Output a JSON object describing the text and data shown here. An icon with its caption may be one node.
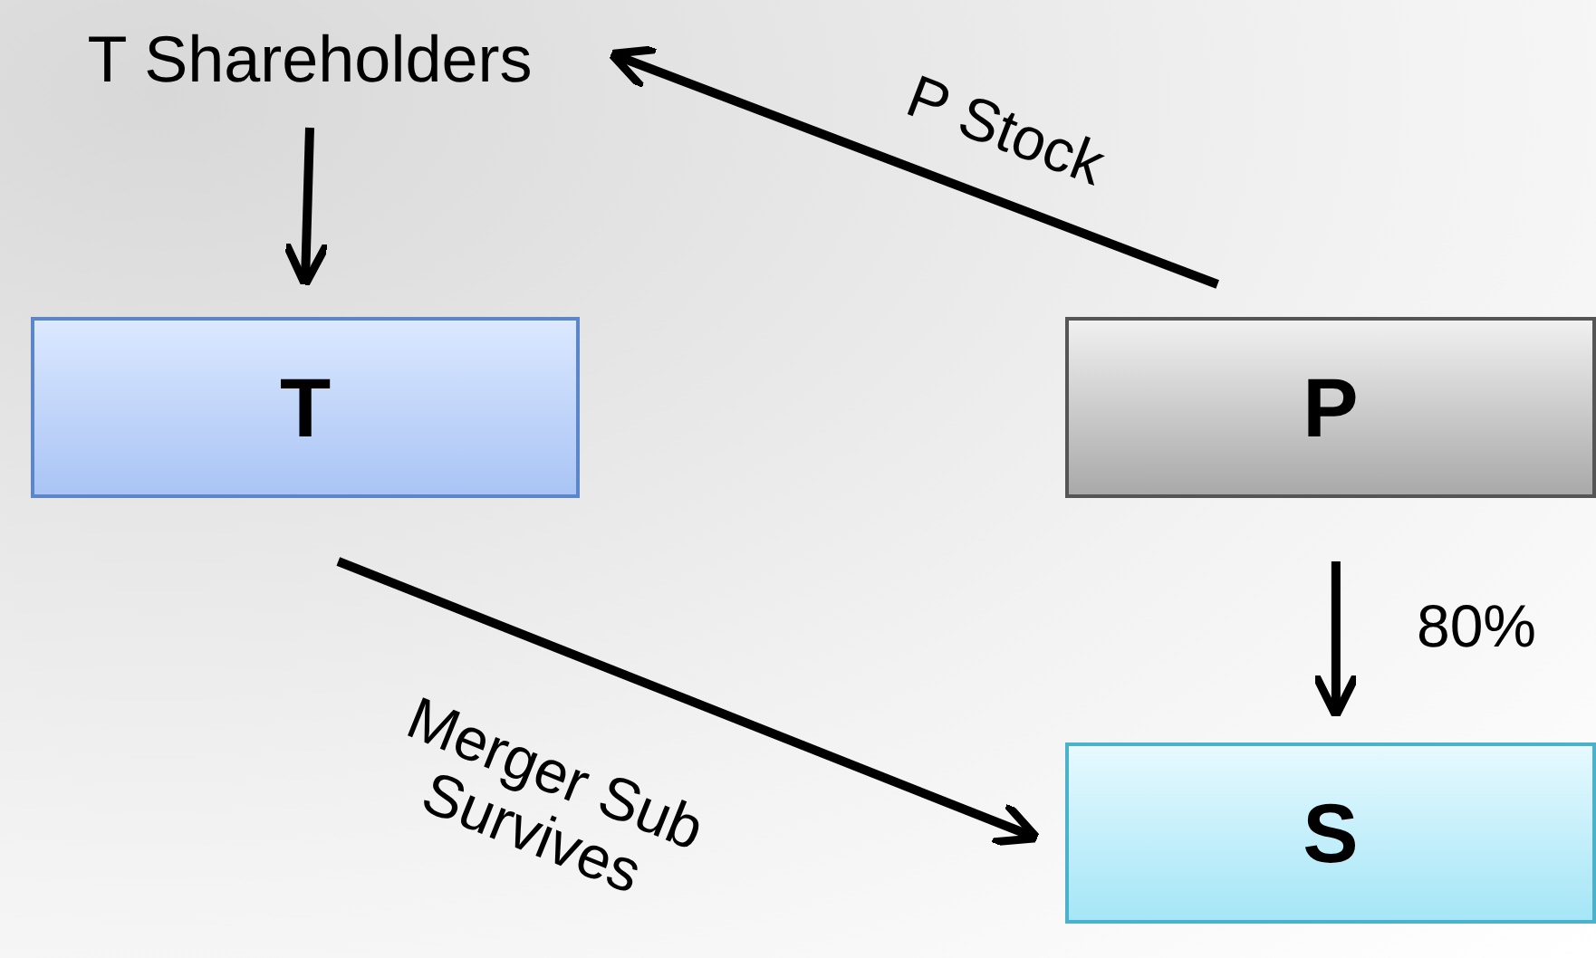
{
  "diagram": {
    "nodes": [
      {
        "text": [
          "T Shareholders"
        ]
      },
      {
        "text": [
          "T"
        ]
      },
      {
        "text": [
          "P"
        ]
      },
      {
        "text": [
          "S"
        ]
      }
    ],
    "edges": [
      {
        "from": 0,
        "to": 1,
        "arrow": "to"
      },
      {
        "from": 2,
        "to": 0,
        "arrow": "to",
        "label": "P Stock"
      },
      {
        "from": 2,
        "to": 3,
        "arrow": "to",
        "label": "80%"
      },
      {
        "from": 1,
        "to": 3,
        "arrow": "to",
        "label": "Merger Sub Survives"
      }
    ]
  }
}
